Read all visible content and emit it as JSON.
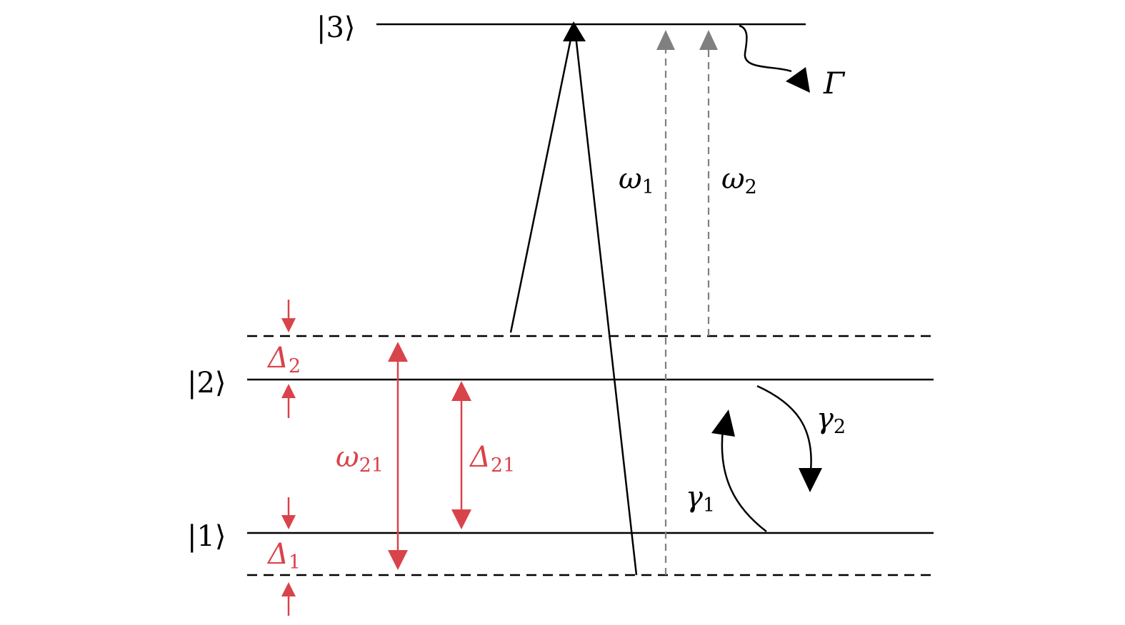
{
  "levels": {
    "ket3": "|3⟩",
    "ket2": "|2⟩",
    "ket1": "|1⟩"
  },
  "symbols": {
    "omega1": "ω",
    "omega1_sub": "1",
    "omega2": "ω",
    "omega2_sub": "2",
    "gamma_decay": "Γ",
    "gamma1": "γ",
    "gamma1_sub": "1",
    "gamma2": "γ",
    "gamma2_sub": "2",
    "omega21": "ω",
    "omega21_sub": "21",
    "delta21": "Δ",
    "delta21_sub": "21",
    "delta2": "Δ",
    "delta2_sub": "2",
    "delta1": "Δ",
    "delta1_sub": "1"
  },
  "colors": {
    "line": "#000000",
    "laser_dashed": "#808080",
    "detuning": "#d9434a"
  }
}
